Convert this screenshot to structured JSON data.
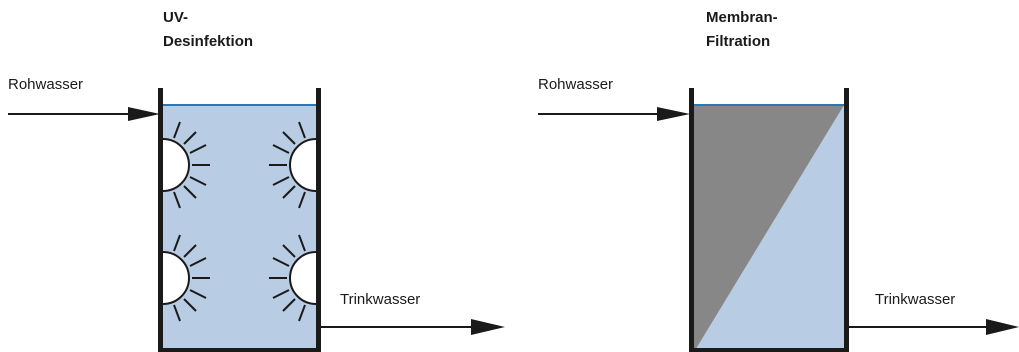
{
  "left_diagram": {
    "title_line1": "UV-",
    "title_line2": "Desinfektion",
    "input_label": "Rohwasser",
    "output_label": "Trinkwasser"
  },
  "right_diagram": {
    "title_line1": "Membran-",
    "title_line2": "Filtration",
    "input_label": "Rohwasser",
    "output_label": "Trinkwasser"
  },
  "colors": {
    "water": "#b8cce4",
    "water_surface": "#2e75b6",
    "membrane": "#878787",
    "wall": "#1a1a1a",
    "lamp": "#ffffff"
  }
}
